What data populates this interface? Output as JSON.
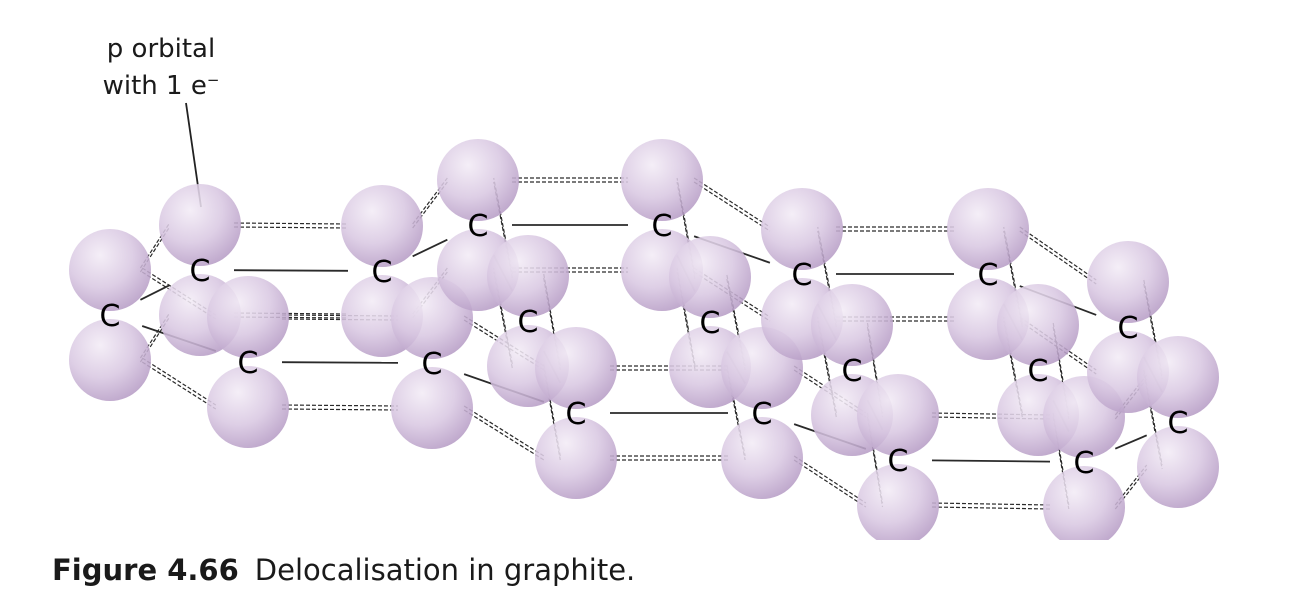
{
  "annotation": {
    "line1": "p orbital",
    "line2_text": "with 1 e",
    "line2_sup": "−"
  },
  "atom_symbol": "C",
  "caption": {
    "label": "Figure 4.66",
    "text": "Delocalisation in graphite."
  },
  "colors": {
    "orbital_light": "#f1e8f4",
    "orbital_dark": "#b79ac6",
    "bond": "#222222"
  }
}
